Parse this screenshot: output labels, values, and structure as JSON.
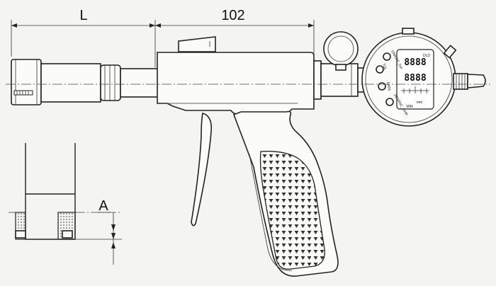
{
  "dimensions": {
    "length_label": "L",
    "gun_length_label": "102",
    "offset_label": "A"
  },
  "dial": {
    "buttons": [
      "ON/OFF_Set",
      "TOL",
      "DATA",
      "ABS/INC_L/HR"
    ],
    "top_mark": "DLD",
    "unit": "mm",
    "bottom_mark": "MIN"
  }
}
